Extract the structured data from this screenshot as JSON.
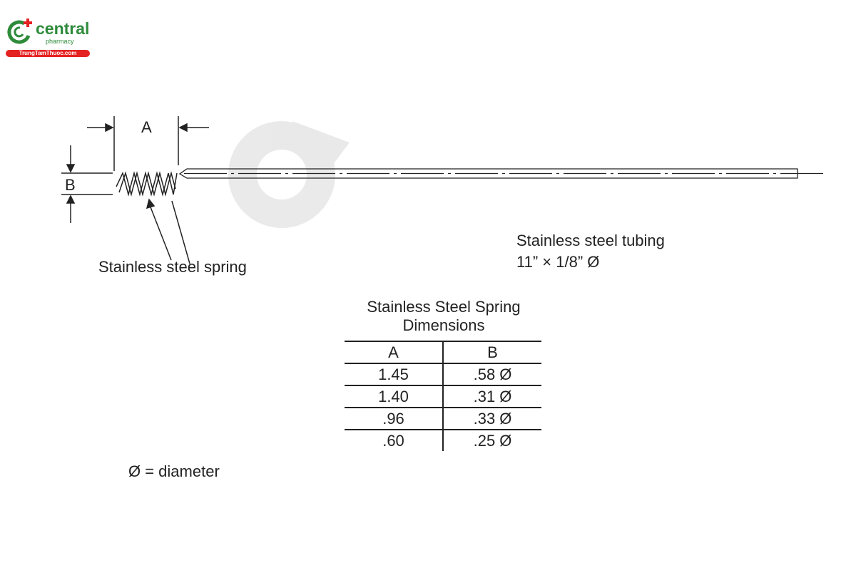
{
  "logo": {
    "name": "central",
    "sub": "pharmacy",
    "site": "TrungTamThuoc.com",
    "colors": {
      "green": "#2e8b3a",
      "red": "#e52222"
    }
  },
  "diagram": {
    "dim_a": "A",
    "dim_b": "B",
    "spring_label": "Stainless steel spring",
    "tubing_label": "Stainless steel tubing",
    "tubing_size": "11” × 1/8” Ø"
  },
  "table": {
    "title_line1": "Stainless Steel Spring",
    "title_line2": "Dimensions",
    "headers": [
      "A",
      "B"
    ],
    "rows": [
      [
        "1.45",
        ".58 Ø"
      ],
      [
        "1.40",
        ".31 Ø"
      ],
      [
        ".96",
        ".33 Ø"
      ],
      [
        ".60",
        ".25 Ø"
      ]
    ]
  },
  "legend": "Ø = diameter"
}
